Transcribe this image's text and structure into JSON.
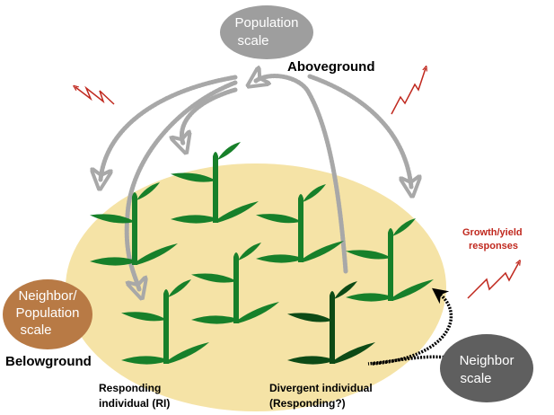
{
  "labels": {
    "population_scale": [
      "Population",
      "scale"
    ],
    "aboveground": "Aboveground",
    "growth_yield": [
      "Growth/yield",
      "responses"
    ],
    "neighbor_population_scale": [
      "Neighbor/",
      "Population",
      "scale"
    ],
    "belowground": "Belowground",
    "neighbor_scale": [
      "Neighbor",
      "scale"
    ],
    "responding_individual": [
      "Responding",
      "individual (RI)"
    ],
    "divergent_individual": [
      "Divergent individual",
      "(Responding?)"
    ]
  },
  "colors": {
    "soil_patch": "#f5e3a6",
    "plant_green": "#17802a",
    "plant_dark": "#0d4a16",
    "population_bubble": "#9e9e9e",
    "neighbor_population_bubble": "#b87a45",
    "neighbor_bubble": "#5f5f5f",
    "arrow_gray": "#a8a8a8",
    "arrow_black": "#000000",
    "zigzag_red": "#c0281e",
    "growth_text": "#c0281e"
  },
  "icons": [
    "curved-arrow-icon",
    "zigzag-arrow-icon",
    "plant-icon"
  ]
}
